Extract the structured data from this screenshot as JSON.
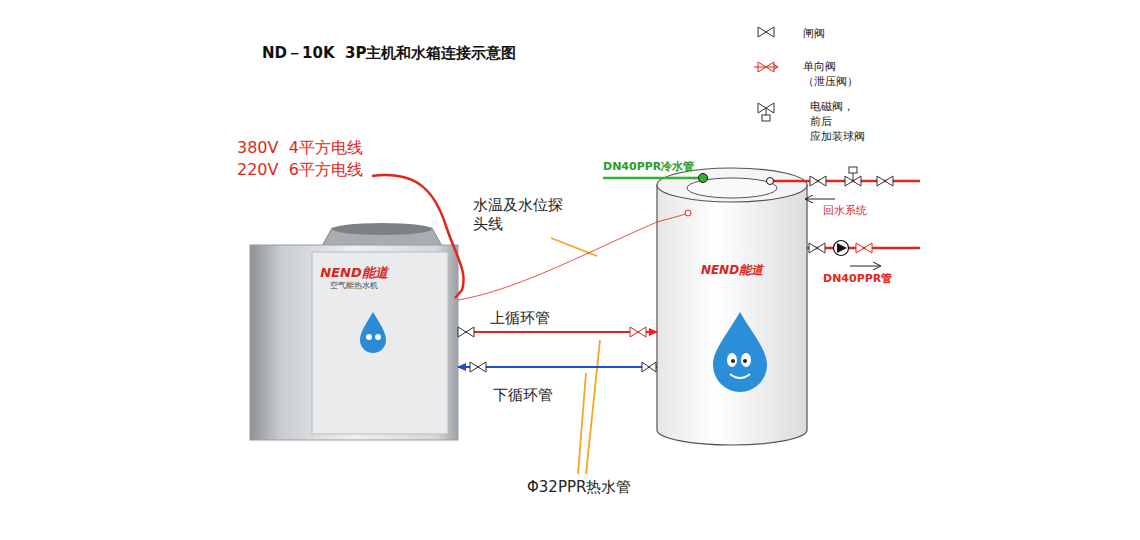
{
  "diagram": {
    "title": "ND－10K  3P主机和水箱连接示意图",
    "nodes": [
      {
        "text": [
          "NEND能道",
          "空气能热水机"
        ]
      },
      {
        "text": [
          "NEND能道"
        ]
      }
    ],
    "edges": [
      {
        "from": 0,
        "to": 1,
        "arrow": "to",
        "label": "上循环管"
      },
      {
        "from": 1,
        "to": 0,
        "arrow": "to",
        "label": "下循环管"
      },
      {
        "from": 0,
        "to": 1,
        "arrow": "none"
      }
    ],
    "labels": [
      "380V  4平方电线",
      "220V  6平方电线",
      "水温及水位探头线",
      "Φ32PPR热水管",
      "DN40PPR冷水管",
      "回水系统",
      "DN40PPR管"
    ],
    "legend": [
      {
        "text": "闸阀"
      },
      {
        "text": "单向阀 （泄压阀）"
      },
      {
        "text": "电磁阀，前后 应加装球阀"
      }
    ]
  }
}
